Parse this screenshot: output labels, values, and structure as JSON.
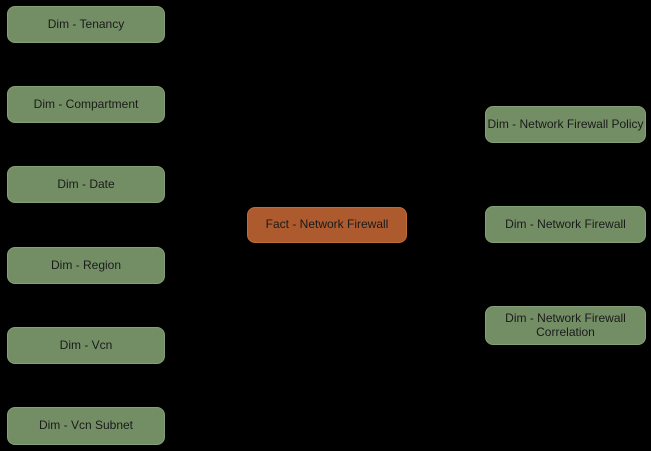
{
  "colors": {
    "background": "#000000",
    "dim_fill": "#738E65",
    "dim_border": "#85A077",
    "fact_fill": "#AD5A2E",
    "fact_border": "#BE6B39",
    "label_text": "#1A1A1A"
  },
  "diagram": {
    "type": "star-schema",
    "fact": {
      "label": "Fact - Network Firewall"
    },
    "left_dimensions": [
      {
        "label": "Dim - Tenancy"
      },
      {
        "label": "Dim - Compartment"
      },
      {
        "label": "Dim - Date"
      },
      {
        "label": "Dim - Region"
      },
      {
        "label": "Dim - Vcn"
      },
      {
        "label": "Dim - Vcn Subnet"
      }
    ],
    "right_dimensions": [
      {
        "label": "Dim - Network Firewall Policy"
      },
      {
        "label": "Dim - Network Firewall"
      },
      {
        "label": "Dim - Network Firewall Correlation"
      }
    ]
  }
}
